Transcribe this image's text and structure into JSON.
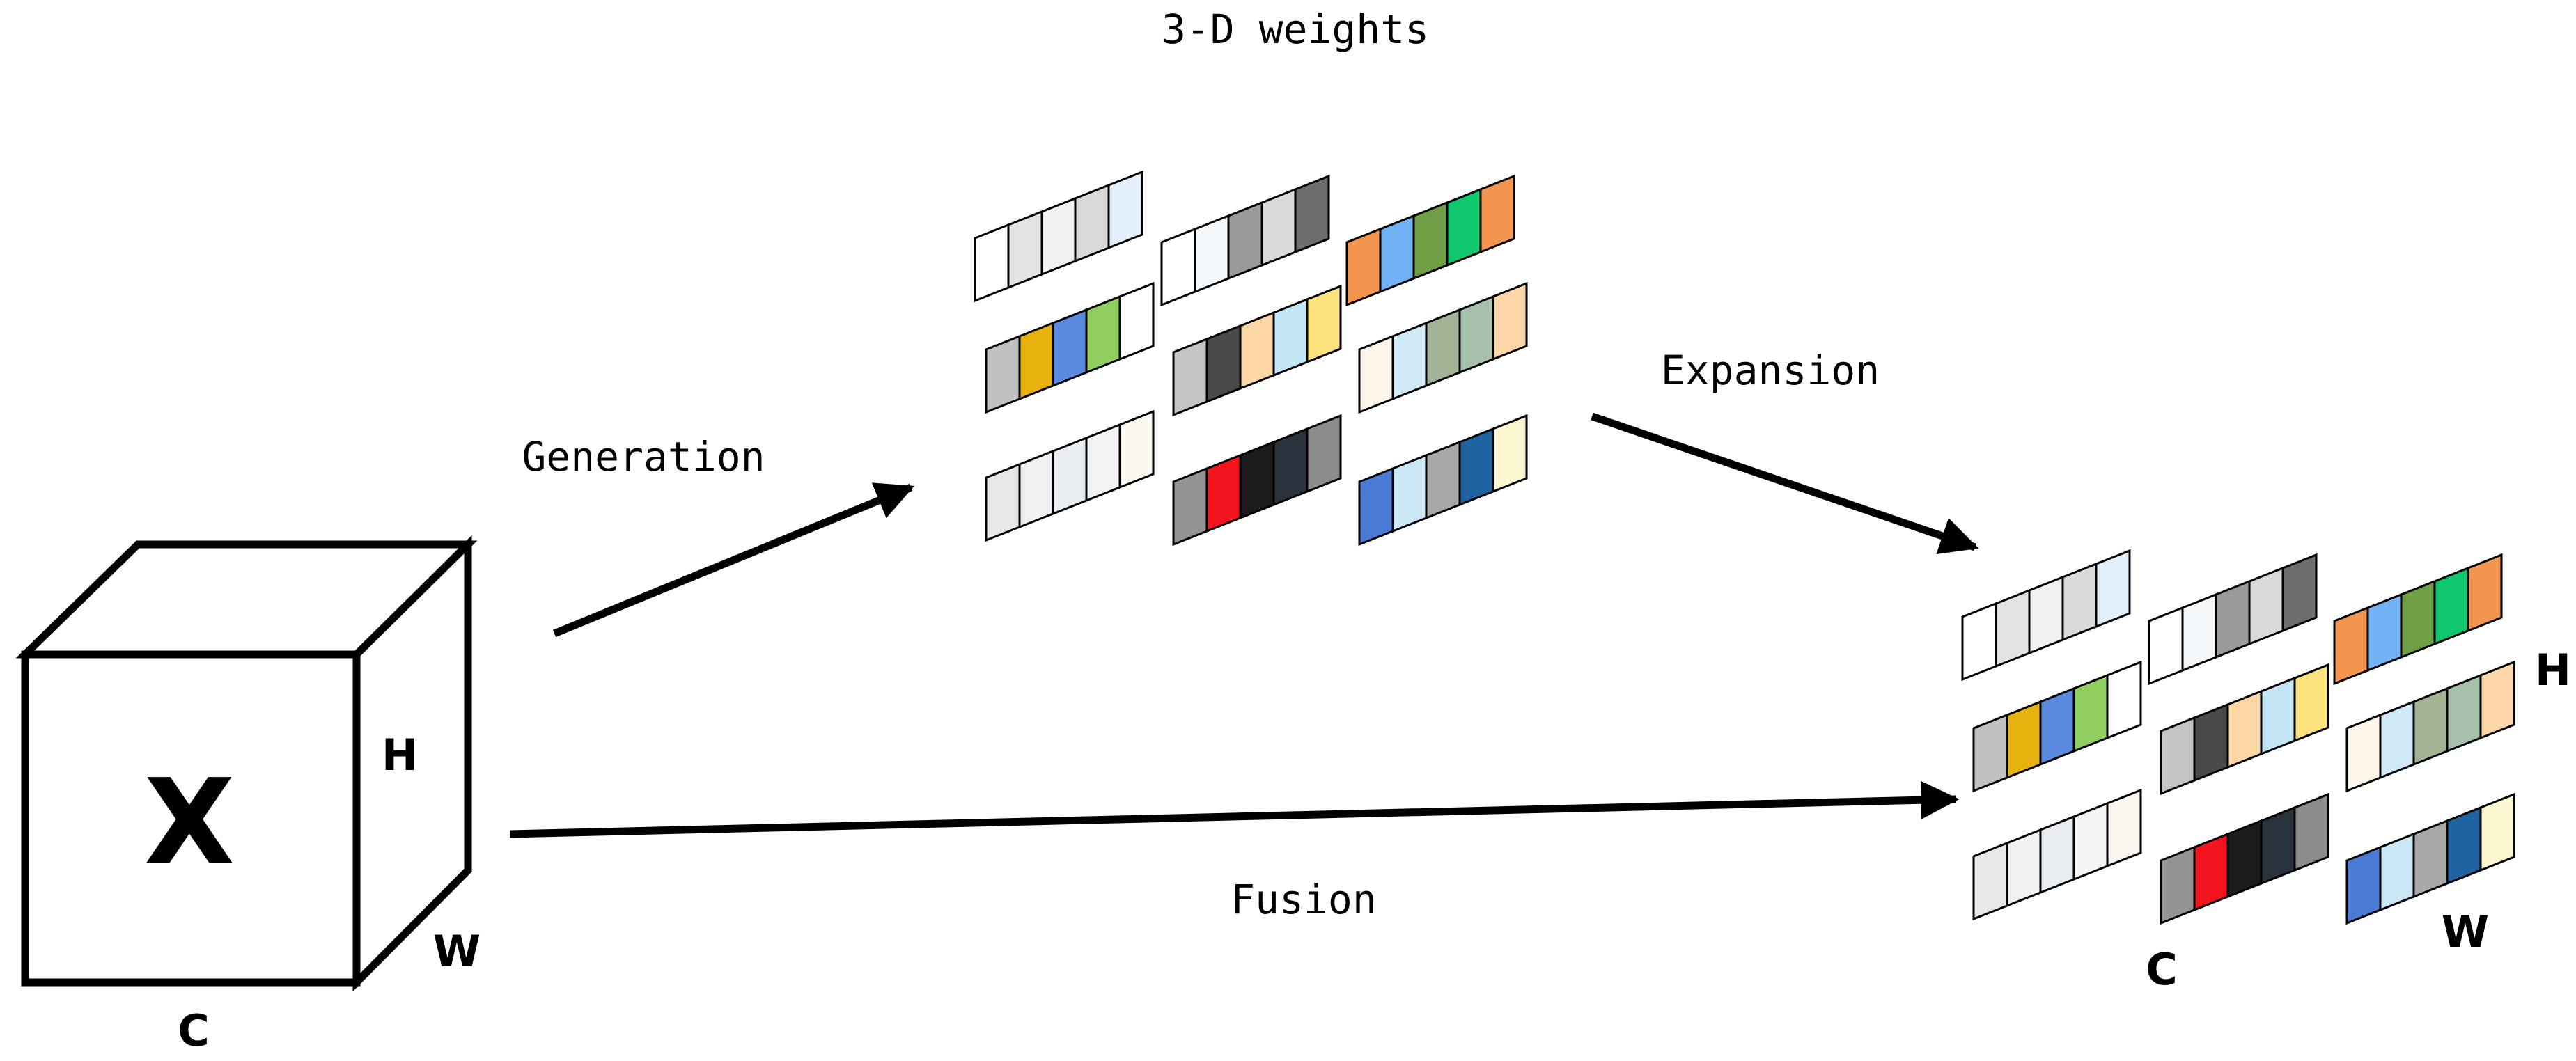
{
  "labels": {
    "weights_title": "3-D weights",
    "generation": "Generation",
    "expansion": "Expansion",
    "fusion": "Fusion"
  },
  "input_cube": {
    "symbol": "X",
    "dim_h": "H",
    "dim_w": "W",
    "dim_c": "C"
  },
  "output": {
    "dim_h": "H",
    "dim_w": "W",
    "dim_c": "C"
  },
  "strips": [
    [
      "#ffffff",
      "#e3e3e3",
      "#f0f0f0",
      "#d9d9d9",
      "#e3effb"
    ],
    [
      "#ffffff",
      "#f4f8fb",
      "#9a9a9a",
      "#d9d9d9",
      "#6d6d6d"
    ],
    [
      "#f3954f",
      "#71b2f4",
      "#6e9f44",
      "#11c76d",
      "#f3954f"
    ],
    [
      "#c1c1c1",
      "#e8b20e",
      "#5a8ae0",
      "#8fce5f",
      "#ffffff"
    ],
    [
      "#c4c4c4",
      "#4a4a4a",
      "#fcd7a6",
      "#c3e6f7",
      "#fbe27d"
    ],
    [
      "#fdf5ea",
      "#cfe9f7",
      "#a2b396",
      "#a7c0ab",
      "#fad6a9"
    ],
    [
      "#e7e7e7",
      "#f1f1f1",
      "#e9edf1",
      "#f4f4f4",
      "#fbf6ee"
    ],
    [
      "#949494",
      "#f4141e",
      "#1c1c1c",
      "#2a323e",
      "#8c8c8c"
    ],
    [
      "#4a7bd4",
      "#cbe6f5",
      "#a8a8a8",
      "#1f64a1",
      "#fdf7d2"
    ]
  ]
}
